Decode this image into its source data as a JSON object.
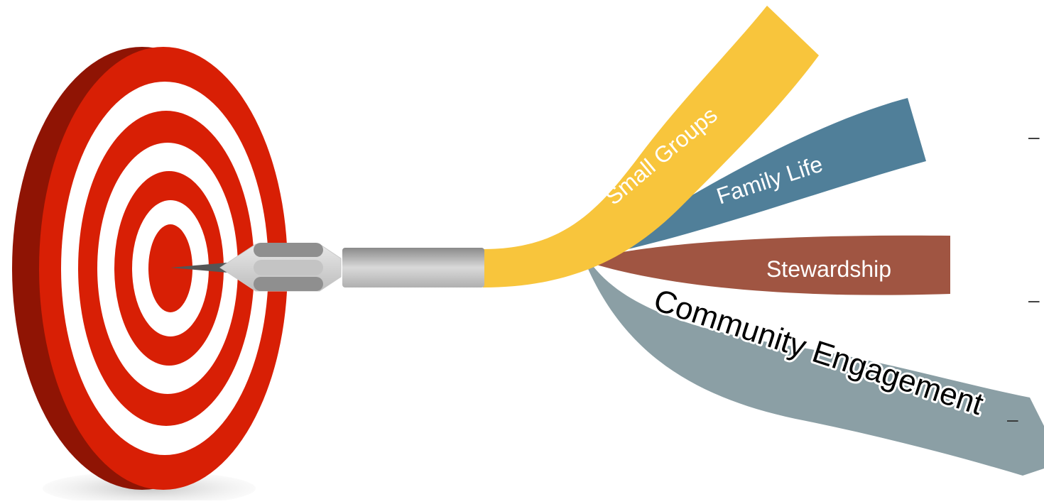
{
  "diagram": {
    "colors": {
      "target_red": "#d81f05",
      "target_dark_red": "#8f1404",
      "target_white": "#ffffff",
      "dart_silver": "#a9a9a9",
      "dart_flight_gray": "#8f8f8f",
      "dart_tip": "#555555",
      "ribbon_yellow": "#f8c53c",
      "ribbon_teal": "#507f99",
      "ribbon_brown": "#a05542",
      "ribbon_gray": "#8b9fa5"
    },
    "ribbons": [
      {
        "key": "small_groups",
        "label": "Small Groups",
        "color": "#f8c53c",
        "text_color": "#ffffff"
      },
      {
        "key": "family_life",
        "label": "Family Life",
        "color": "#507f99",
        "text_color": "#ffffff"
      },
      {
        "key": "stewardship",
        "label": "Stewardship",
        "color": "#a05542",
        "text_color": "#ffffff"
      },
      {
        "key": "community_engagement",
        "label": "Community Engagement",
        "color": "#8b9fa5",
        "text_color": "#000000"
      }
    ],
    "dash_marks": [
      "–",
      "–",
      "–"
    ]
  }
}
